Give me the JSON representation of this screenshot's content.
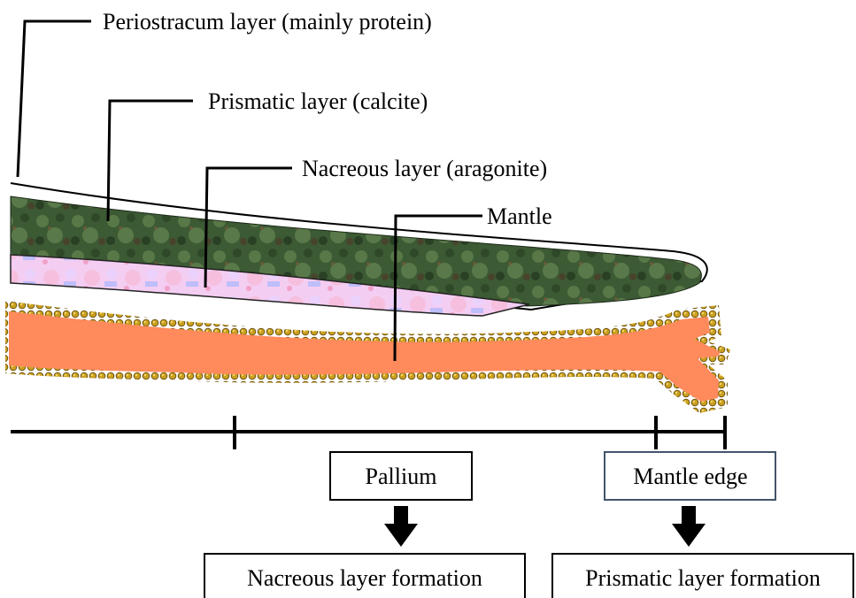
{
  "labels": {
    "periostracum": "Periostracum layer (mainly protein)",
    "prismatic": "Prismatic layer (calcite)",
    "nacreous": "Nacreous layer (aragonite)",
    "mantle": "Mantle"
  },
  "boxes": {
    "pallium": "Pallium",
    "mantle_edge": "Mantle edge",
    "nacreous_formation": "Nacreous layer formation",
    "prismatic_formation": "Prismatic layer formation"
  },
  "colors": {
    "prismatic_green": "#3c5a34",
    "nacreous_pink": "#f2c4f0",
    "mantle_orange": "#ff8a5c",
    "cell_gold": "#c9a020",
    "box_border_blue": "#44546a"
  },
  "icons": {
    "down_arrow": "down-arrow-icon"
  }
}
